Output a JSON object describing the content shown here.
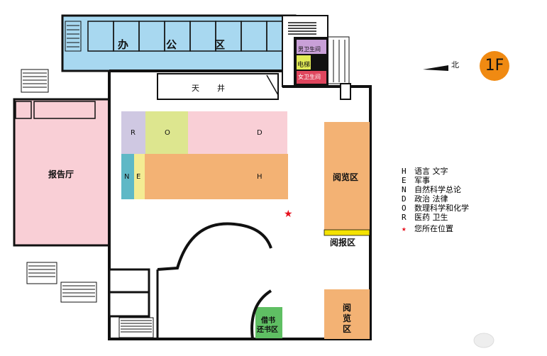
{
  "floor": "1F",
  "north_label": "北",
  "colors": {
    "office": "#a8d8f0",
    "hall": "#f9cfd6",
    "reading": "#f3b274",
    "yellow": "#f4e200",
    "green": "#5fbf63",
    "mens": "#c9a0d8",
    "elevator": "#e2eb56",
    "womens": "#e0465e",
    "star": "#e6101d",
    "floor_badge": "#f08a12"
  },
  "rooms": {
    "office": [
      "办",
      "公",
      "区"
    ],
    "skylight": [
      "天",
      "井"
    ],
    "report_hall": "报告厅",
    "reading_right": "阅览区",
    "newspaper": "阅报区",
    "reading_bottom": [
      "阅",
      "览",
      "区"
    ],
    "circulation": [
      "借书",
      "还书区"
    ],
    "mens_room": "男卫生间",
    "elevator": "电梯",
    "womens_room": "女卫生间"
  },
  "shelves": {
    "R": "R",
    "O": "O",
    "D": "D",
    "N": "N",
    "E": "E",
    "H": "H"
  },
  "legend": [
    {
      "code": "H",
      "text": "语言 文字"
    },
    {
      "code": "E",
      "text": "军事"
    },
    {
      "code": "N",
      "text": "自然科学总论"
    },
    {
      "code": "D",
      "text": "政治 法律"
    },
    {
      "code": "O",
      "text": "数理科学和化学"
    },
    {
      "code": "R",
      "text": "医药 卫生"
    }
  ],
  "you_are_here": "您所在位置"
}
